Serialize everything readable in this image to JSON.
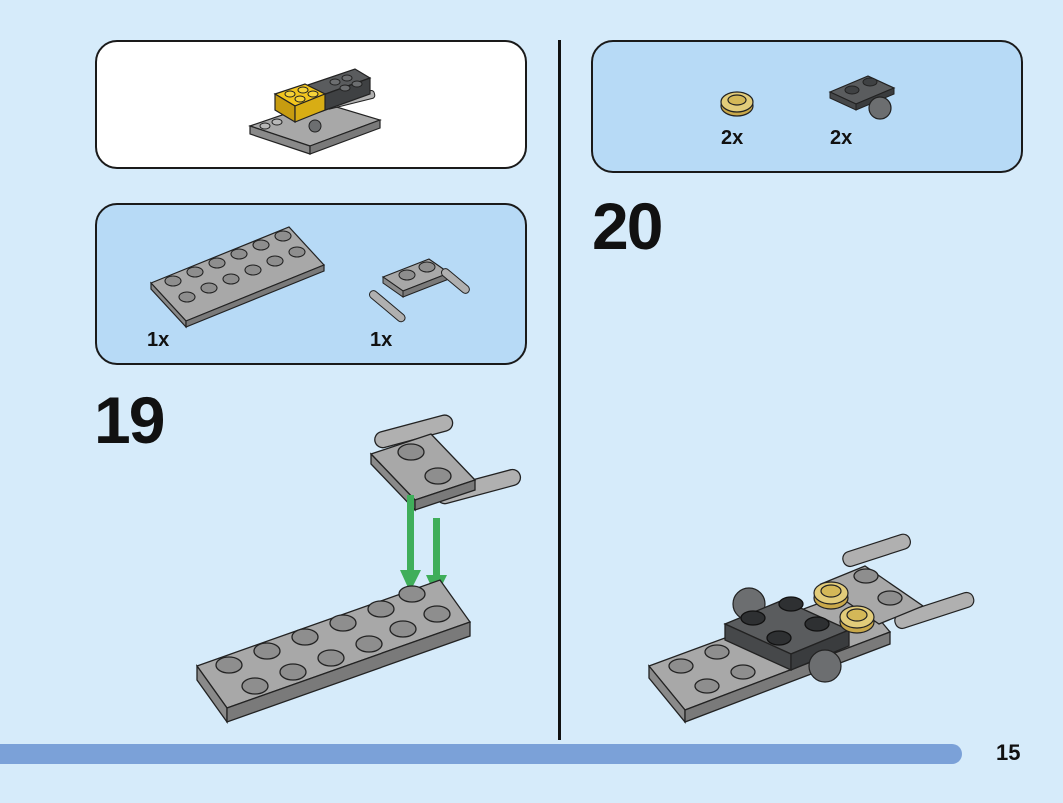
{
  "left_column": {
    "preview_panel": {},
    "parts_panel": {
      "parts": [
        {
          "name": "plate-2x6-gray",
          "qty": "1x"
        },
        {
          "name": "plate-with-bars-gray",
          "qty": "1x"
        }
      ]
    },
    "step_number": "19"
  },
  "right_column": {
    "parts_panel": {
      "parts": [
        {
          "name": "round-plate-gold",
          "qty": "2x"
        },
        {
          "name": "plate-with-ball-dark-gray",
          "qty": "2x"
        }
      ]
    },
    "step_number": "20"
  },
  "footer": {
    "page_number": "15",
    "progress_color": "#7ba1d8"
  },
  "colors": {
    "background": "#d6ebfa",
    "parts_panel": "#b7daf6",
    "light_gray": "#a8a8a8",
    "dark_gray": "#5a5c5e",
    "yellow": "#f2c51d",
    "gold": "#dcc26a",
    "arrow_green": "#3fae5a"
  }
}
